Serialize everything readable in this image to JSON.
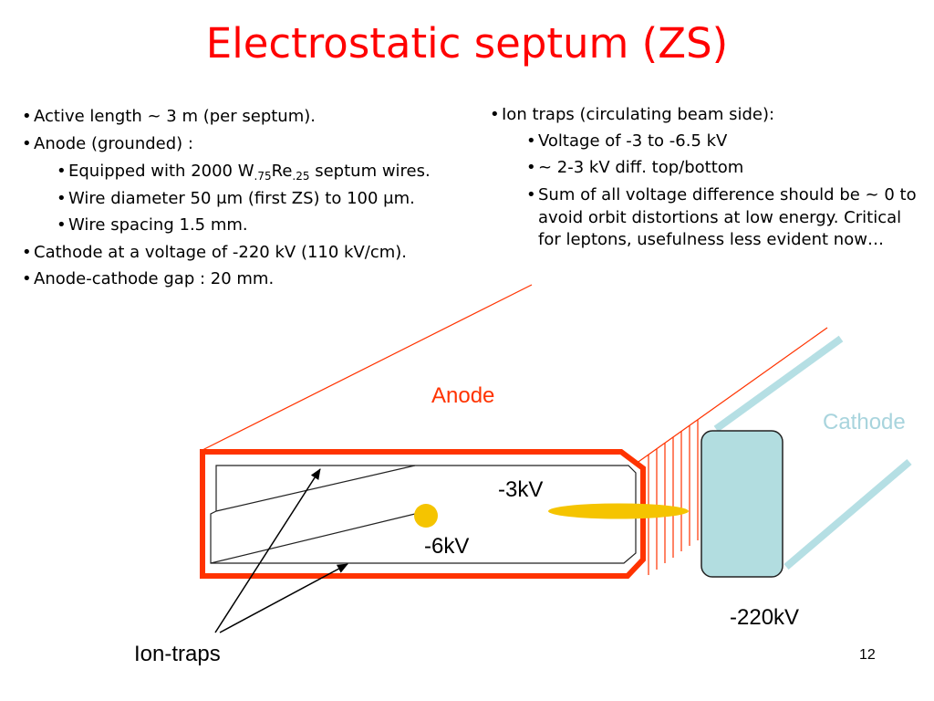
{
  "slide": {
    "title": "Electrostatic septum (ZS)",
    "bullet": "•",
    "page_number": "12"
  },
  "left_column": [
    {
      "text": "Active length ~ 3 m (per septum)."
    },
    {
      "text": "Anode (grounded) :",
      "children": [
        {
          "pre": "Equipped with 2000 W",
          "sub1": ".75",
          "mid": "Re",
          "sub2": ".25",
          "post": " septum wires."
        },
        {
          "text": "Wire diameter 50 μm (first ZS) to 100 μm."
        },
        {
          "text": "Wire spacing 1.5 mm."
        }
      ]
    },
    {
      "text": "Cathode at a voltage of -220 kV (110 kV/cm)."
    },
    {
      "text": "Anode-cathode gap : 20 mm."
    }
  ],
  "right_column": [
    {
      "text": "Ion traps (circulating beam side):",
      "children": [
        {
          "text": "Voltage of -3 to -6.5 kV"
        },
        {
          "text": "~ 2-3 kV diff. top/bottom"
        },
        {
          "lines": [
            "Sum of all voltage difference should be ~ 0 to",
            "avoid orbit distortions at low energy. Critical",
            "for leptons, usefulness less evident now…"
          ]
        }
      ]
    }
  ],
  "diagram": {
    "anode_label": "Anode",
    "cathode_label": "Cathode",
    "upper_trap_voltage": "-3kV",
    "lower_trap_voltage": "-6kV",
    "cathode_voltage": "-220kV",
    "ion_traps_label": "Ion-traps"
  },
  "colors": {
    "title": "#ff0000",
    "text": "#000000",
    "anode": "#ff3300",
    "anode_label": "#ff3300",
    "cathode_fill": "#b2dde0",
    "cathode_label": "#a8d4dd",
    "cathode_support": "#b5dfe4",
    "beam": "#f5c400"
  }
}
